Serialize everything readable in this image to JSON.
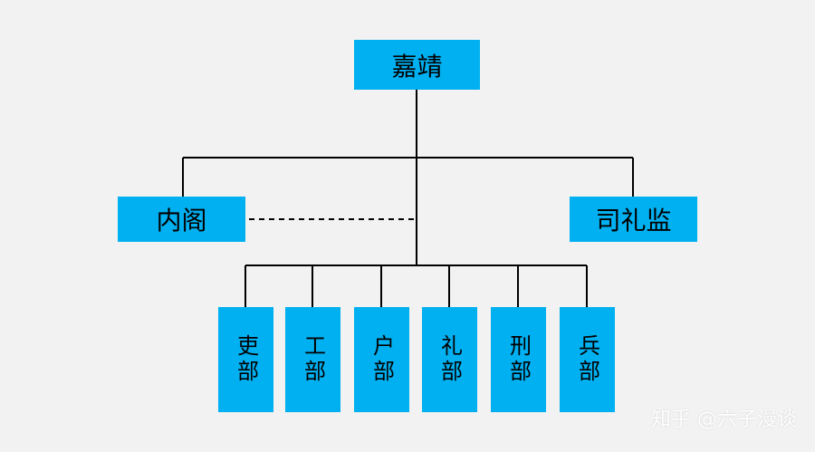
{
  "diagram": {
    "root": "嘉靖",
    "left_branch": "内阁",
    "right_branch": "司礼监",
    "ministries": [
      "吏部",
      "工部",
      "户部",
      "礼部",
      "刑部",
      "兵部"
    ]
  },
  "watermark": "知乎 @六子漫谈",
  "colors": {
    "box_fill": "#00b0f0",
    "line": "#000000",
    "background": "#f2f2f2"
  }
}
